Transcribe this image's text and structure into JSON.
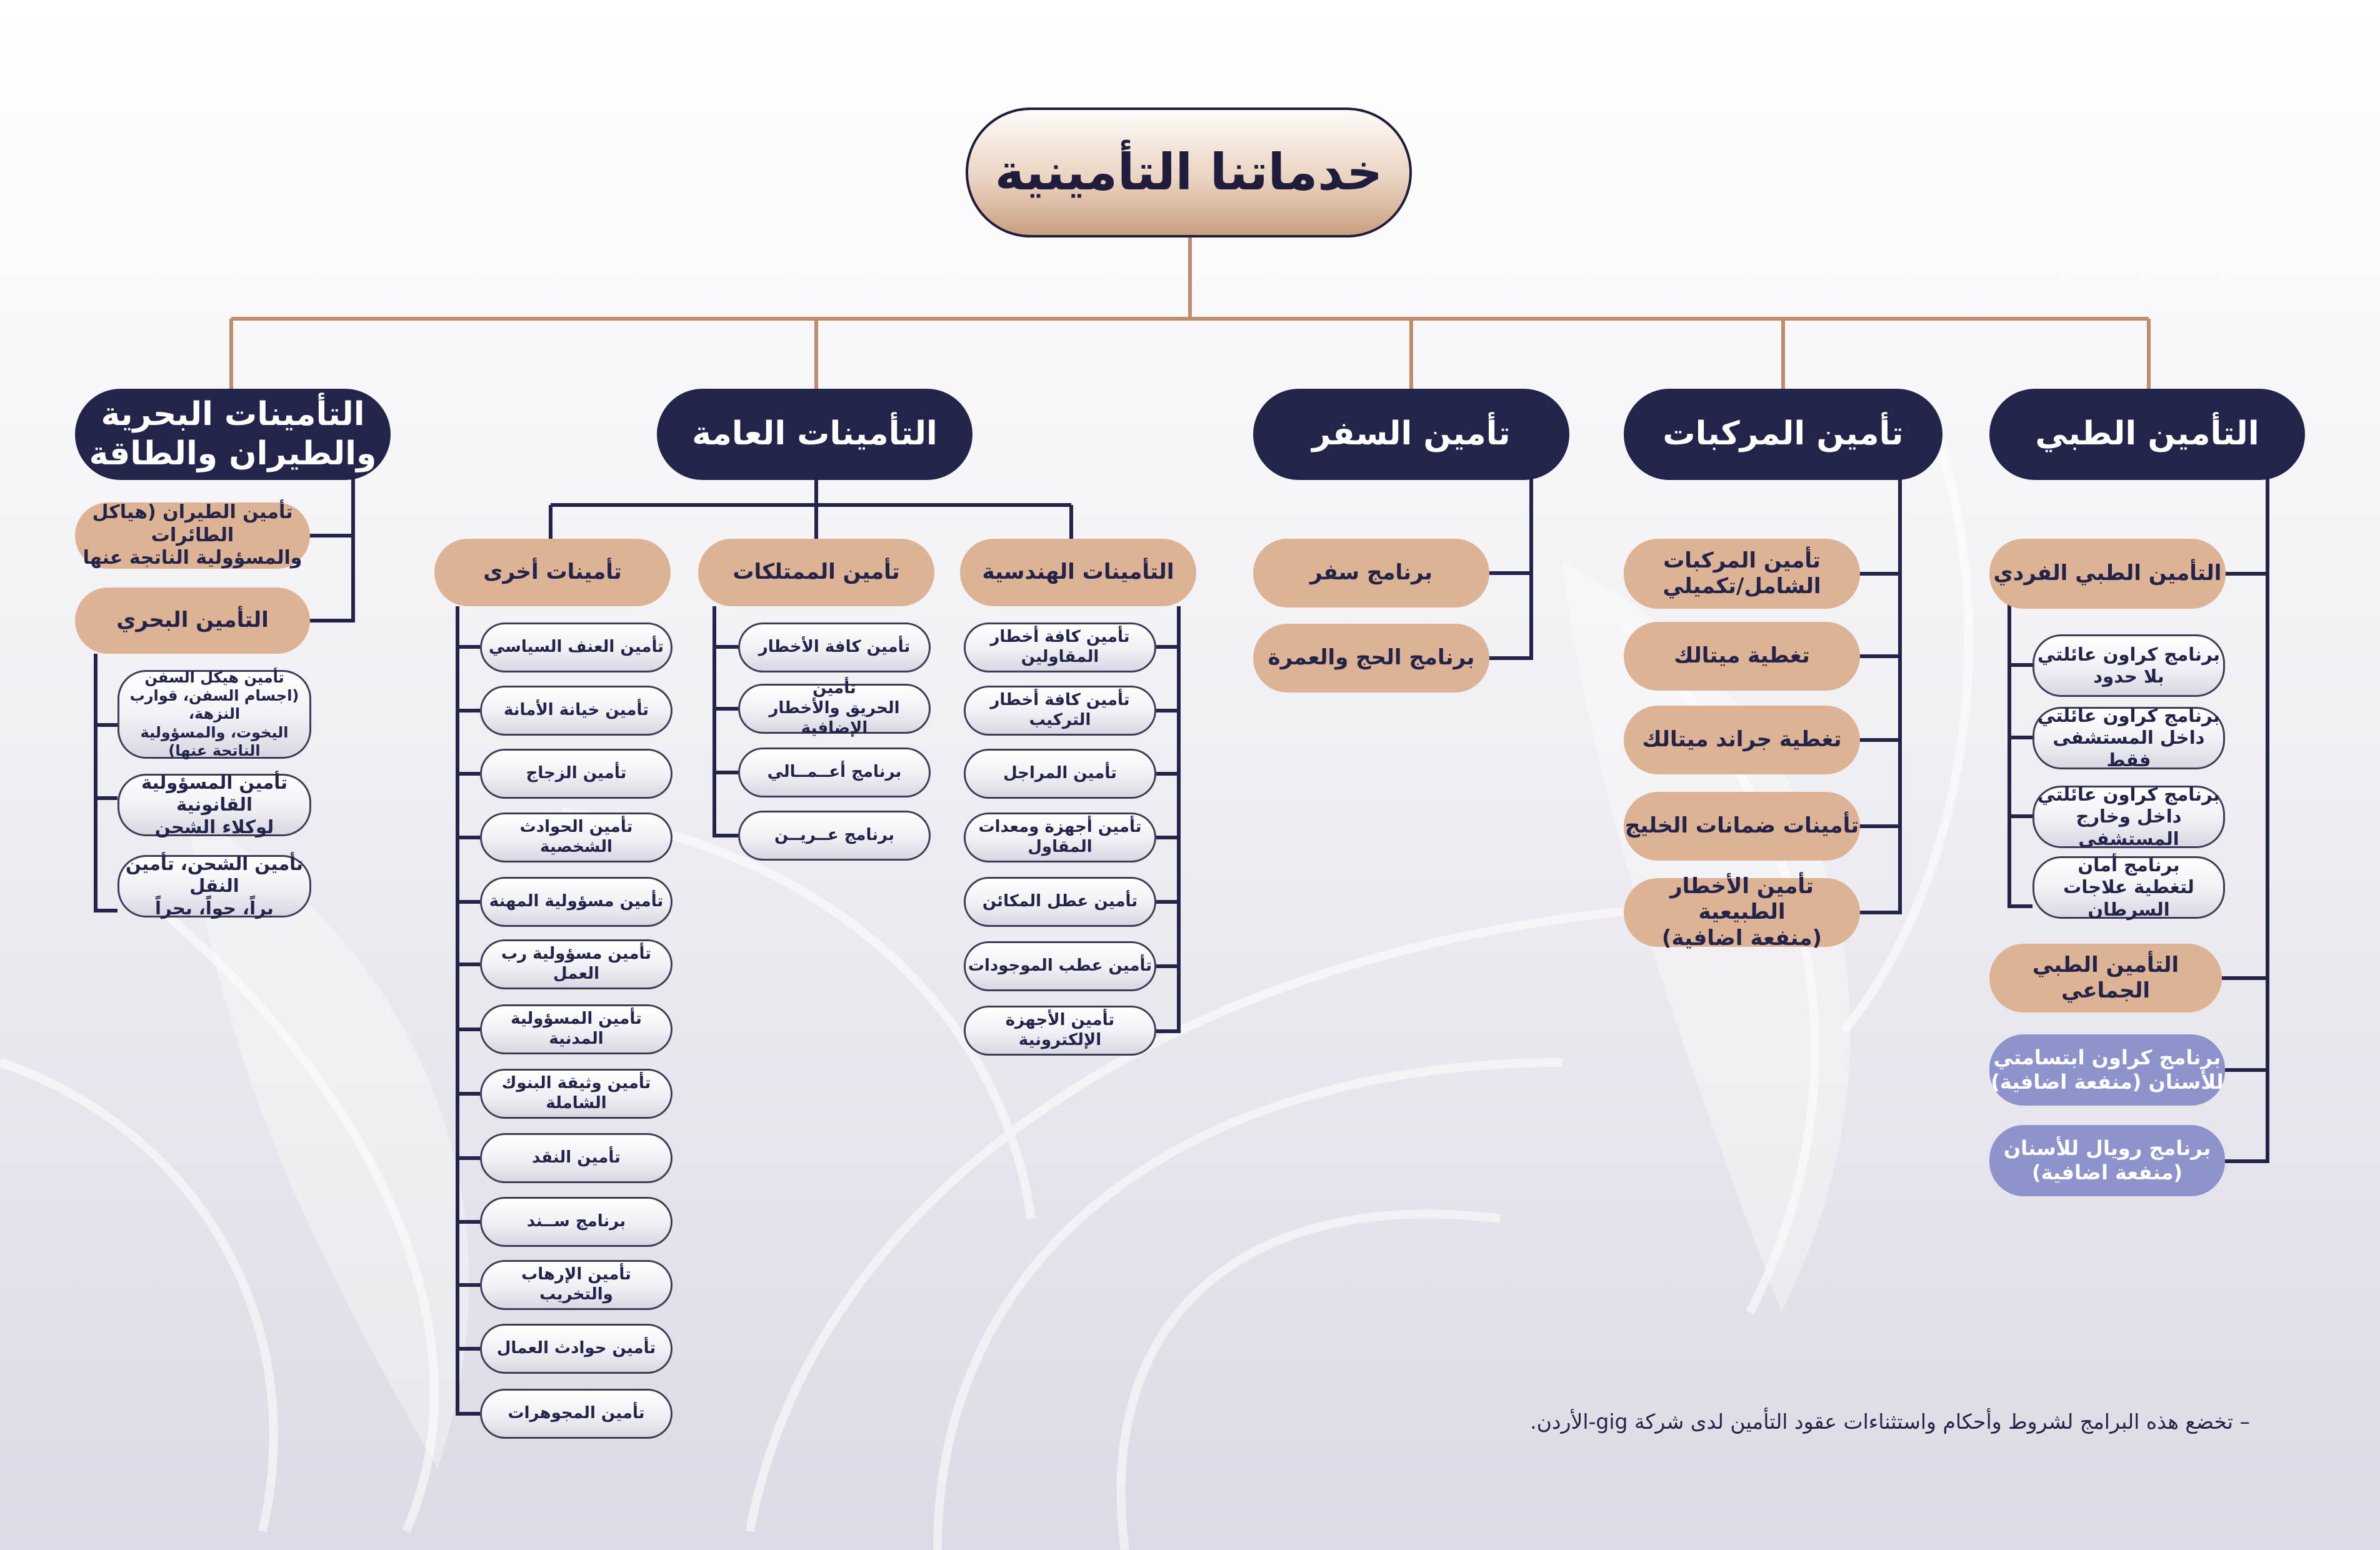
{
  "title": "خدماتنا التأمينية",
  "categories": {
    "medical": {
      "label": "التأمين الطبي",
      "individual": {
        "label": "التأمين الطبي الفردي",
        "programs": [
          "برنامج كراون عائلتي\nبلا حدود",
          "برنامج كراون عائلتي\nداخل المستشفى فقط",
          "برنامج كراون عائلتي\nداخل وخارج المستشفى",
          "برنامج أمان\nلتغطية علاجات السرطان"
        ]
      },
      "group": {
        "label": "التأمين الطبي الجماعي",
        "programs": [
          "برنامج كراون ابتسامتي\nللأسنان (منفعة اضافية)",
          "برنامج رويال للأسنان\n(منفعة اضافية)"
        ]
      }
    },
    "vehicles": {
      "label": "تأمين المركبات",
      "items": [
        "تأمين المركبات\nالشامل/تكميلي",
        "تغطية ميتالك",
        "تغطية جراند ميتالك",
        "تأمينات ضمانات الخليج",
        "تأمين الأخطار الطبيعية\n(منفعة اضافية)"
      ]
    },
    "travel": {
      "label": "تأمين السفر",
      "items": [
        "برنامج سفر",
        "برنامج الحج والعمرة"
      ]
    },
    "general": {
      "label": "التأمينات العامة",
      "engineering": {
        "label": "التأمينات الهندسية",
        "items": [
          "تأمين كافة أخطار المقاولين",
          "تأمين كافة أخطار التركيب",
          "تأمين المراجل",
          "تأمين أجهزة ومعدات المقاول",
          "تأمين عطل المكائن",
          "تأمين عطب الموجودات",
          "تأمين الأجهزة الإلكترونية"
        ]
      },
      "property": {
        "label": "تأمين الممتلكات",
        "items": [
          "تأمين كافة الأخطار",
          "تأمين\nالحريق والأخطار الإضافية",
          "برنامج أعــمــالي",
          "برنامج عــريــن"
        ]
      },
      "other": {
        "label": "تأمينات أخرى",
        "items": [
          "تأمين العنف السياسي",
          "تأمين خيانة الأمانة",
          "تأمين الزجاج",
          "تأمين الحوادث الشخصية",
          "تأمين مسؤولية المهنة",
          "تأمين مسؤولية رب العمل",
          "تأمين المسؤولية المدنية",
          "تأمين وثيقة البنوك الشاملة",
          "تأمين النقد",
          "برنامج ســند",
          "تأمين الإرهاب والتخريب",
          "تأمين حوادث العمال",
          "تأمين المجوهرات"
        ]
      }
    },
    "marine": {
      "label": "التأمينات البحرية\nوالطيران والطاقة",
      "aviation": "تأمين الطيران (هياكل الطائرات\nوالمسؤولية الناتجة عنها",
      "marine_sub": {
        "label": "التأمين البحري",
        "items": [
          "تأمين هيكل السفن\n(اجسام السفن، قوارب النزهة،\nاليخوت، والمسؤولية\nالناتجة عنها)",
          "تأمين المسؤولية القانونية\nلوكلاء الشحن",
          "تأمين الشحن، تأمين النقل\nبراً، جواً، بحراً"
        ]
      }
    }
  },
  "footnote": "– تخضع هذه البرامج لشروط وأحكام واستثناءات عقود التأمين لدى شركة gig-الأردن.",
  "colors": {
    "navy": "#232449",
    "peach": "#deb294",
    "lavender": "#8e93cc",
    "connector_top": "#c08c6b"
  }
}
